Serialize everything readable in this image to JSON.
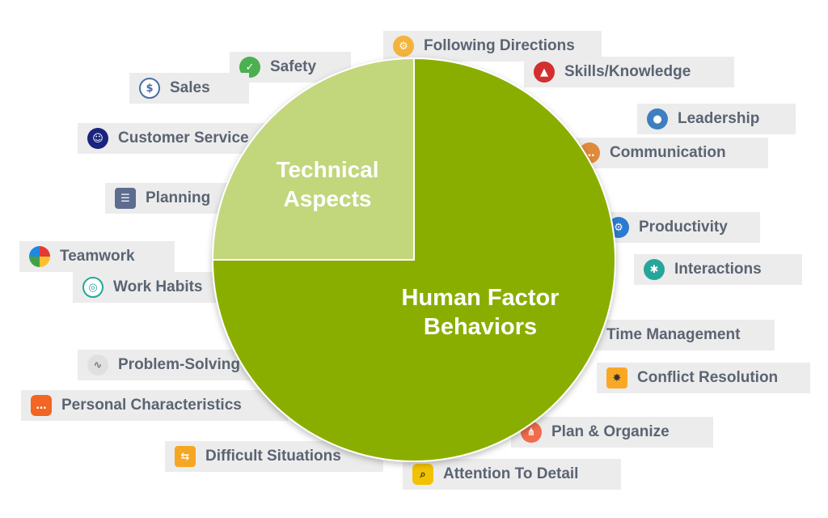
{
  "tags": {
    "following_directions": {
      "label": "Following Directions",
      "icon": "head-gear-icon",
      "color": "#f3b33d"
    },
    "skills_knowledge": {
      "label": "Skills/Knowledge",
      "icon": "flag-summit-icon",
      "color": "#d32f2f"
    },
    "safety": {
      "label": "Safety",
      "icon": "shield-check-icon",
      "color": "#4caf50"
    },
    "sales": {
      "label": "Sales",
      "icon": "money-chart-icon",
      "color": "#4a6fa5"
    },
    "leadership": {
      "label": "Leadership",
      "icon": "leader-icon",
      "color": "#3f7fbf"
    },
    "customer_service": {
      "label": "Customer Service",
      "icon": "headset-person-icon",
      "color": "#1a237e"
    },
    "communication": {
      "label": "Communication",
      "icon": "head-speech-icon",
      "color": "#e08a3c"
    },
    "planning": {
      "label": "Planning",
      "icon": "clipboard-clock-icon",
      "color": "#5d6d8f"
    },
    "productivity": {
      "label": "Productivity",
      "icon": "gear-chart-icon",
      "color": "#2b7bd1"
    },
    "teamwork": {
      "label": "Teamwork",
      "icon": "team-circle-icon",
      "color": "#e53935"
    },
    "interactions": {
      "label": "Interactions",
      "icon": "people-network-icon",
      "color": "#26a69a"
    },
    "work_habits": {
      "label": "Work Habits",
      "icon": "fingerprint-icon",
      "color": "#26a69a"
    },
    "time_management": {
      "label": "Time Management",
      "icon": "clock-icon",
      "color": "#888888"
    },
    "problem_solving": {
      "label": "Problem-Solving",
      "icon": "scribble-icon",
      "color": "#9e9e9e"
    },
    "conflict_resolution": {
      "label": "Conflict Resolution",
      "icon": "conflict-icon",
      "color": "#f9a825"
    },
    "personal_characteristics": {
      "label": "Personal Characteristics",
      "icon": "chat-person-icon",
      "color": "#f26522"
    },
    "plan_organize": {
      "label": "Plan & Organize",
      "icon": "org-chart-icon",
      "color": "#ef6c4c"
    },
    "difficult_situations": {
      "label": "Difficult Situations",
      "icon": "signpost-icon",
      "color": "#f5a623"
    },
    "attention_to_detail": {
      "label": "Attention To Detail",
      "icon": "magnifier-icon",
      "color": "#f2c200"
    }
  },
  "pie": {
    "technical_line1": "Technical",
    "technical_line2": "Aspects",
    "human_line1": "Human Factor",
    "human_line2": "Behaviors",
    "technical_share": 0.25,
    "technical_color": "#c2d67b",
    "human_color": "#8aae00"
  }
}
